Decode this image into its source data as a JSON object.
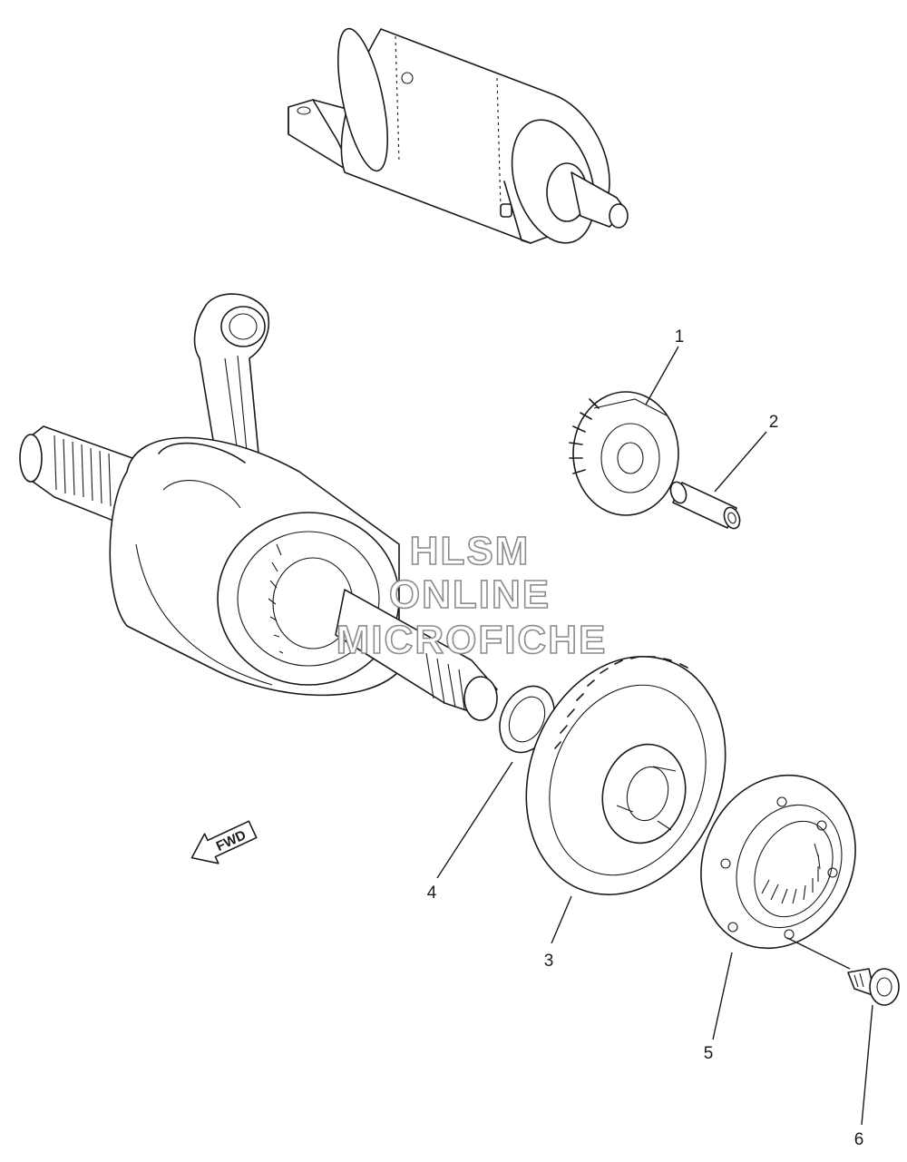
{
  "diagram": {
    "callouts": [
      {
        "id": "1",
        "label": "1"
      },
      {
        "id": "2",
        "label": "2"
      },
      {
        "id": "3",
        "label": "3"
      },
      {
        "id": "4",
        "label": "4"
      },
      {
        "id": "5",
        "label": "5"
      },
      {
        "id": "6",
        "label": "6"
      }
    ],
    "direction_arrow": "FWD",
    "watermark": [
      "HLSM",
      "ONLINE",
      "MICROFICHE"
    ],
    "colors": {
      "line": "#1a1a1a",
      "watermark_outline": "#8c8c8c",
      "background": "#ffffff"
    }
  }
}
